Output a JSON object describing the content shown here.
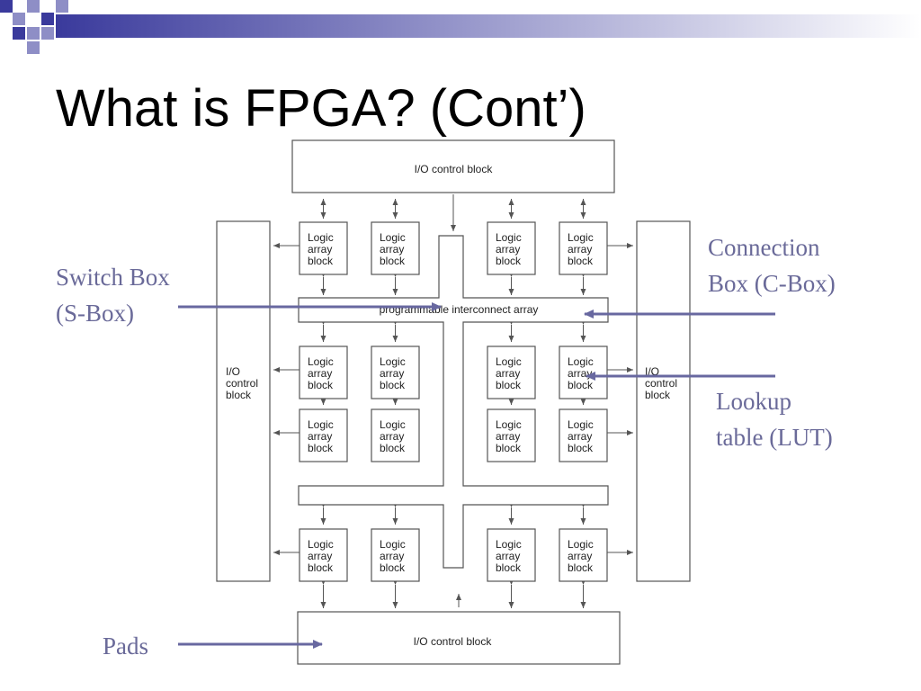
{
  "slide": {
    "title": "What is FPGA? (Cont’)",
    "colors": {
      "accent": "#3a3a9c",
      "accent_light": "#8e8ec6",
      "callout_text": "#6a6a99",
      "callout_arrow": "#6868a0",
      "diagram_stroke": "#555555"
    }
  },
  "diagram": {
    "io_top_label": "I/O control block",
    "io_bottom_label": "I/O control block",
    "io_left_label": [
      "I/O",
      "control",
      "block"
    ],
    "io_right_label": [
      "I/O",
      "control",
      "block"
    ],
    "interconnect_label": "programmable interconnect array",
    "logic_block_label": [
      "Logic",
      "array",
      "block"
    ]
  },
  "callouts": {
    "switch_box": [
      "Switch Box",
      "(S-Box)"
    ],
    "connection_box": [
      "Connection",
      "Box (C-Box)"
    ],
    "lut": [
      "Lookup",
      "table (LUT)"
    ],
    "pads": "Pads"
  }
}
